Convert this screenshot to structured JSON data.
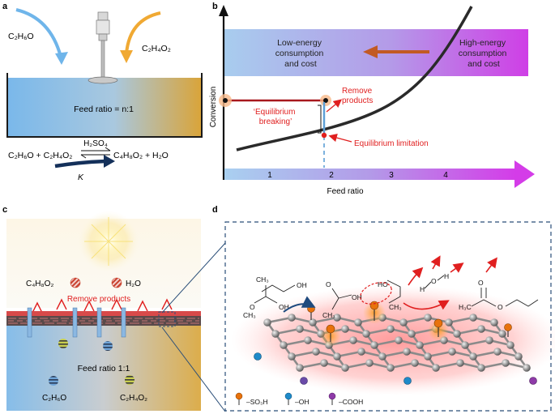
{
  "panels": {
    "a": {
      "letter": "a",
      "reactant_left": "C₂H₆O",
      "reactant_right": "C₂H₄O₂",
      "feed_ratio": "Feed ratio = n:1",
      "catalyst": "H₂SO₄",
      "equation_lhs": "C₂H₆O + C₂H₄O₂",
      "equation_rhs": "C₄H₈O₂ + H₂O",
      "k_label": "K"
    },
    "b": {
      "letter": "b",
      "ylabel": "Conversion",
      "xlabel": "Feed ratio",
      "low_energy_line1": "Low-energy",
      "low_energy_line2": "consumption",
      "low_energy_line3": "and cost",
      "high_energy_line1": "High-energy",
      "high_energy_line2": "consumption",
      "high_energy_line3": "and cost",
      "remove_line1": "Remove",
      "remove_line2": "products",
      "eq_breaking_line1": "‘Equilibrium",
      "eq_breaking_line2": "breaking’",
      "eq_limitation": "Equilibrium limitation",
      "tick_labels": [
        "1",
        "2",
        "3",
        "4"
      ]
    },
    "c": {
      "letter": "c",
      "product_ester": "C₄H₈O₂",
      "product_water": "H₂O",
      "remove_products": "Remove products",
      "feed_ratio": "Feed ratio 1:1",
      "reactant_left": "C₂H₆O",
      "reactant_right": "C₂H₄O₂"
    },
    "d": {
      "letter": "d",
      "mol_ch3_a": "CH₃",
      "mol_oh_a": "OH",
      "mol_o_a": "O",
      "mol_ch3_b": "CH₃",
      "mol_oh_b": "OH",
      "mol_ch3_c": "CH₃",
      "mol_o_c": "O",
      "mol_oh_c": "OH",
      "mol_ho_d": "HO",
      "mol_ch3_d": "CH₃",
      "mol_h_e": "H",
      "mol_o_e": "O",
      "mol_h_e2": "H",
      "mol_o_f": "O",
      "mol_h3c_f": "H₃C",
      "mol_o_f2": "O",
      "legend_so3h": "–SO₃H",
      "legend_oh": "–OH",
      "legend_cooh": "–COOH"
    }
  },
  "colors": {
    "blue_fluid": "#7fb6e6",
    "gold_fluid": "#d9a640",
    "purple_band": "#c24be6",
    "red_arrow": "#e01f1f",
    "navy": "#163a6a",
    "orange": "#e8720c"
  }
}
